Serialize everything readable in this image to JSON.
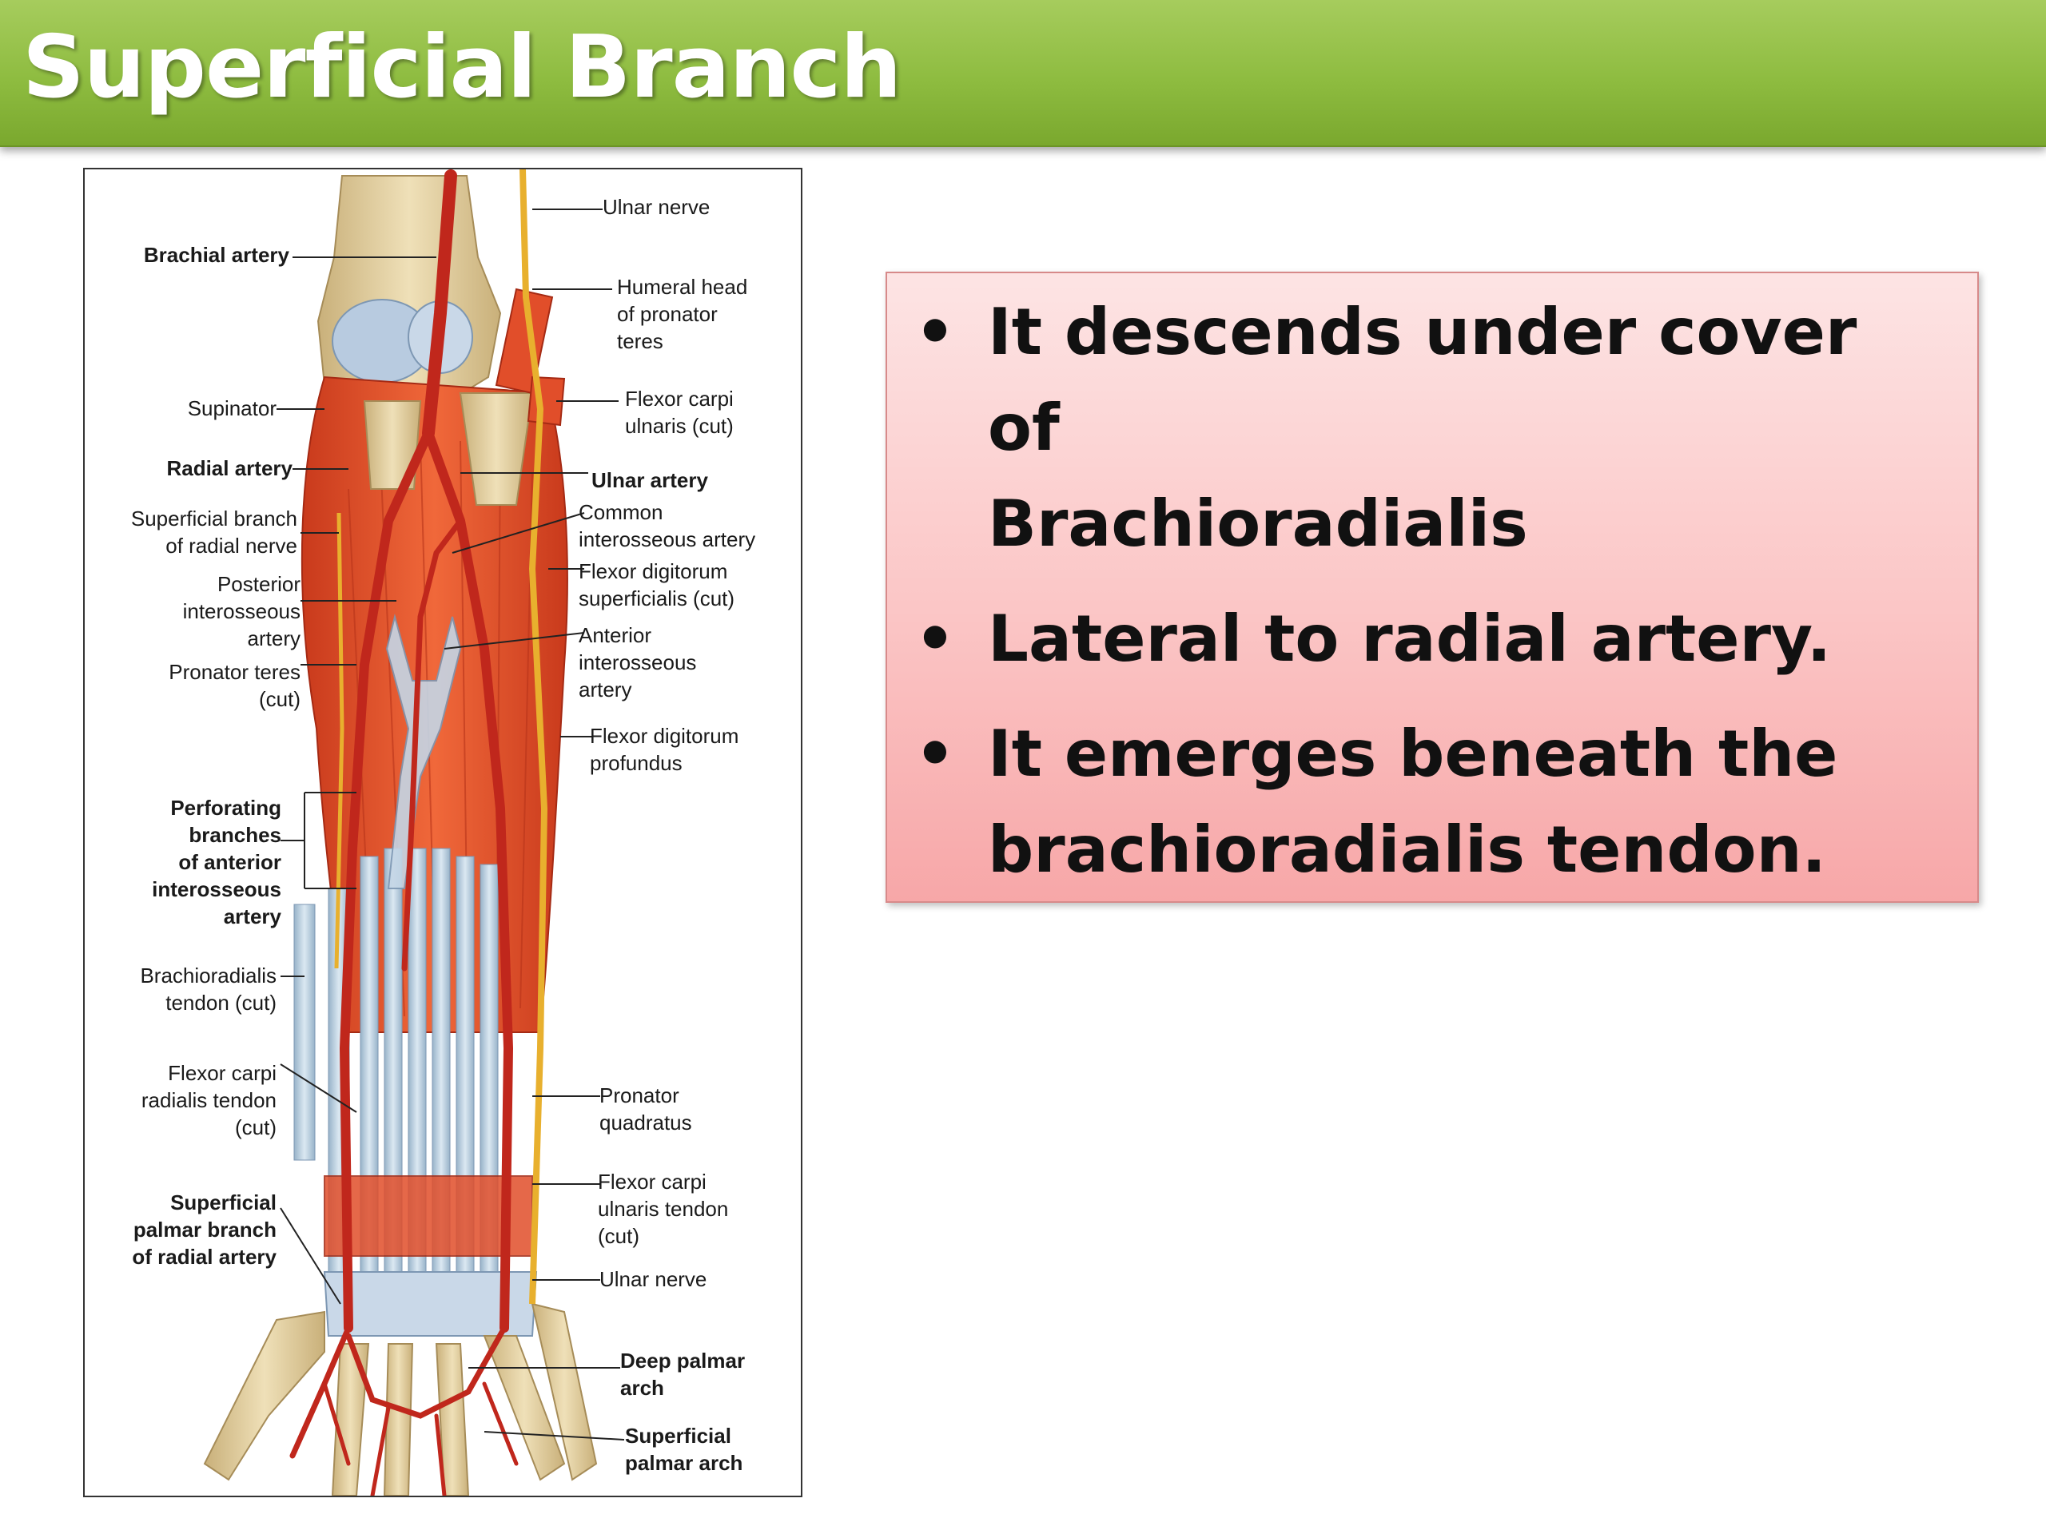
{
  "slide": {
    "title": "Superficial Branch"
  },
  "figure": {
    "labels": {
      "ulnar_nerve_top": "Ulnar nerve",
      "brachial_artery": "Brachial artery",
      "humeral_head": [
        "Humeral head",
        "of pronator",
        "teres"
      ],
      "flexor_carpi_ulnaris_cut": [
        "Flexor carpi",
        "ulnaris (cut)"
      ],
      "supinator": "Supinator",
      "radial_artery": "Radial artery",
      "ulnar_artery": "Ulnar artery",
      "superficial_branch_radial_nerve": [
        "Superficial branch",
        "of radial nerve"
      ],
      "common_interosseous_artery": [
        "Common",
        "interosseous artery"
      ],
      "flexor_digitorum_superficialis": [
        "Flexor digitorum",
        "superficialis (cut)"
      ],
      "posterior_interosseous_artery": [
        "Posterior",
        "interosseous",
        "artery"
      ],
      "anterior_interosseous_artery": [
        "Anterior",
        "interosseous",
        "artery"
      ],
      "pronator_teres_cut": [
        "Pronator teres",
        "(cut)"
      ],
      "perforating_branches": [
        "Perforating",
        "branches",
        "of anterior",
        "interosseous",
        "artery"
      ],
      "flexor_digitorum_profundus": [
        "Flexor digitorum",
        "profundus"
      ],
      "brachioradialis_tendon": [
        "Brachioradialis",
        "tendon (cut)"
      ],
      "flexor_carpi_radialis_tendon": [
        "Flexor carpi",
        "radialis tendon",
        "(cut)"
      ],
      "pronator_quadratus": [
        "Pronator",
        "quadratus"
      ],
      "flexor_carpi_ulnaris_tendon": [
        "Flexor carpi",
        "ulnaris tendon",
        "(cut)"
      ],
      "superficial_palmar_branch": [
        "Superficial",
        "palmar branch",
        "of radial artery"
      ],
      "ulnar_nerve_bottom": "Ulnar nerve",
      "deep_palmar_arch": [
        "Deep palmar",
        "arch"
      ],
      "superficial_palmar_arch": [
        "Superficial",
        "palmar arch"
      ]
    }
  },
  "bullets": {
    "marker": "•",
    "items": [
      [
        "It descends under cover of",
        "Brachioradialis"
      ],
      [
        "Lateral to radial artery."
      ],
      [
        "It emerges beneath the",
        "brachioradialis tendon."
      ]
    ]
  },
  "colors": {
    "title_bar": "#8ebc40",
    "text_box_top": "#fde4e4",
    "text_box_bottom": "#f7a7a8",
    "muscle": "#e8542c",
    "artery": "#c0271c",
    "tendon": "#b9cfe0",
    "bone": "#e6d3a3"
  }
}
